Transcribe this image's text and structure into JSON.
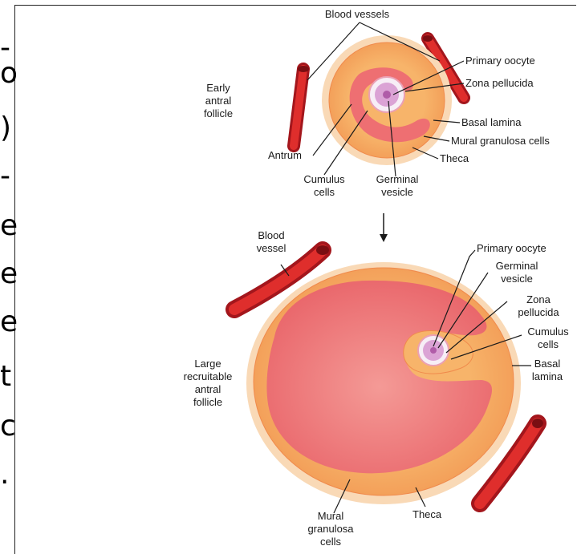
{
  "colors": {
    "vessel": "#d7262b",
    "vessel_dark": "#a3161c",
    "theca": "#f9d9b6",
    "granulosa": "#f7b46a",
    "antrum": "#ee6f72",
    "antrum_light": "#f39a94",
    "zona": "#f7eef6",
    "oocyte": "#d79ad2",
    "vesicle": "#b05ca8"
  },
  "side_glyphs": [
    "-",
    "o",
    ")",
    "-",
    "e",
    "e",
    "e",
    "t",
    "c",
    "."
  ],
  "early": {
    "title_lines": [
      "Early",
      "antral",
      "follicle"
    ],
    "blood_vessels": "Blood vessels",
    "primary_oocyte": "Primary oocyte",
    "zona_pellucida": "Zona pellucida",
    "basal_lamina": "Basal lamina",
    "mural_granulosa": "Mural granulosa cells",
    "theca": "Theca",
    "antrum": "Antrum",
    "cumulus_lines": [
      "Cumulus",
      "cells"
    ],
    "germinal_lines": [
      "Germinal",
      "vesicle"
    ]
  },
  "large": {
    "title_lines": [
      "Large",
      "recruitable",
      "antral",
      "follicle"
    ],
    "blood_vessel_lines": [
      "Blood",
      "vessel"
    ],
    "primary_oocyte": "Primary oocyte",
    "germinal_lines": [
      "Germinal",
      "vesicle"
    ],
    "zona_lines": [
      "Zona",
      "pellucida"
    ],
    "cumulus_lines": [
      "Cumulus",
      "cells"
    ],
    "basal_lines": [
      "Basal",
      "lamina"
    ],
    "mural_lines": [
      "Mural",
      "granulosa",
      "cells"
    ],
    "theca": "Theca"
  }
}
